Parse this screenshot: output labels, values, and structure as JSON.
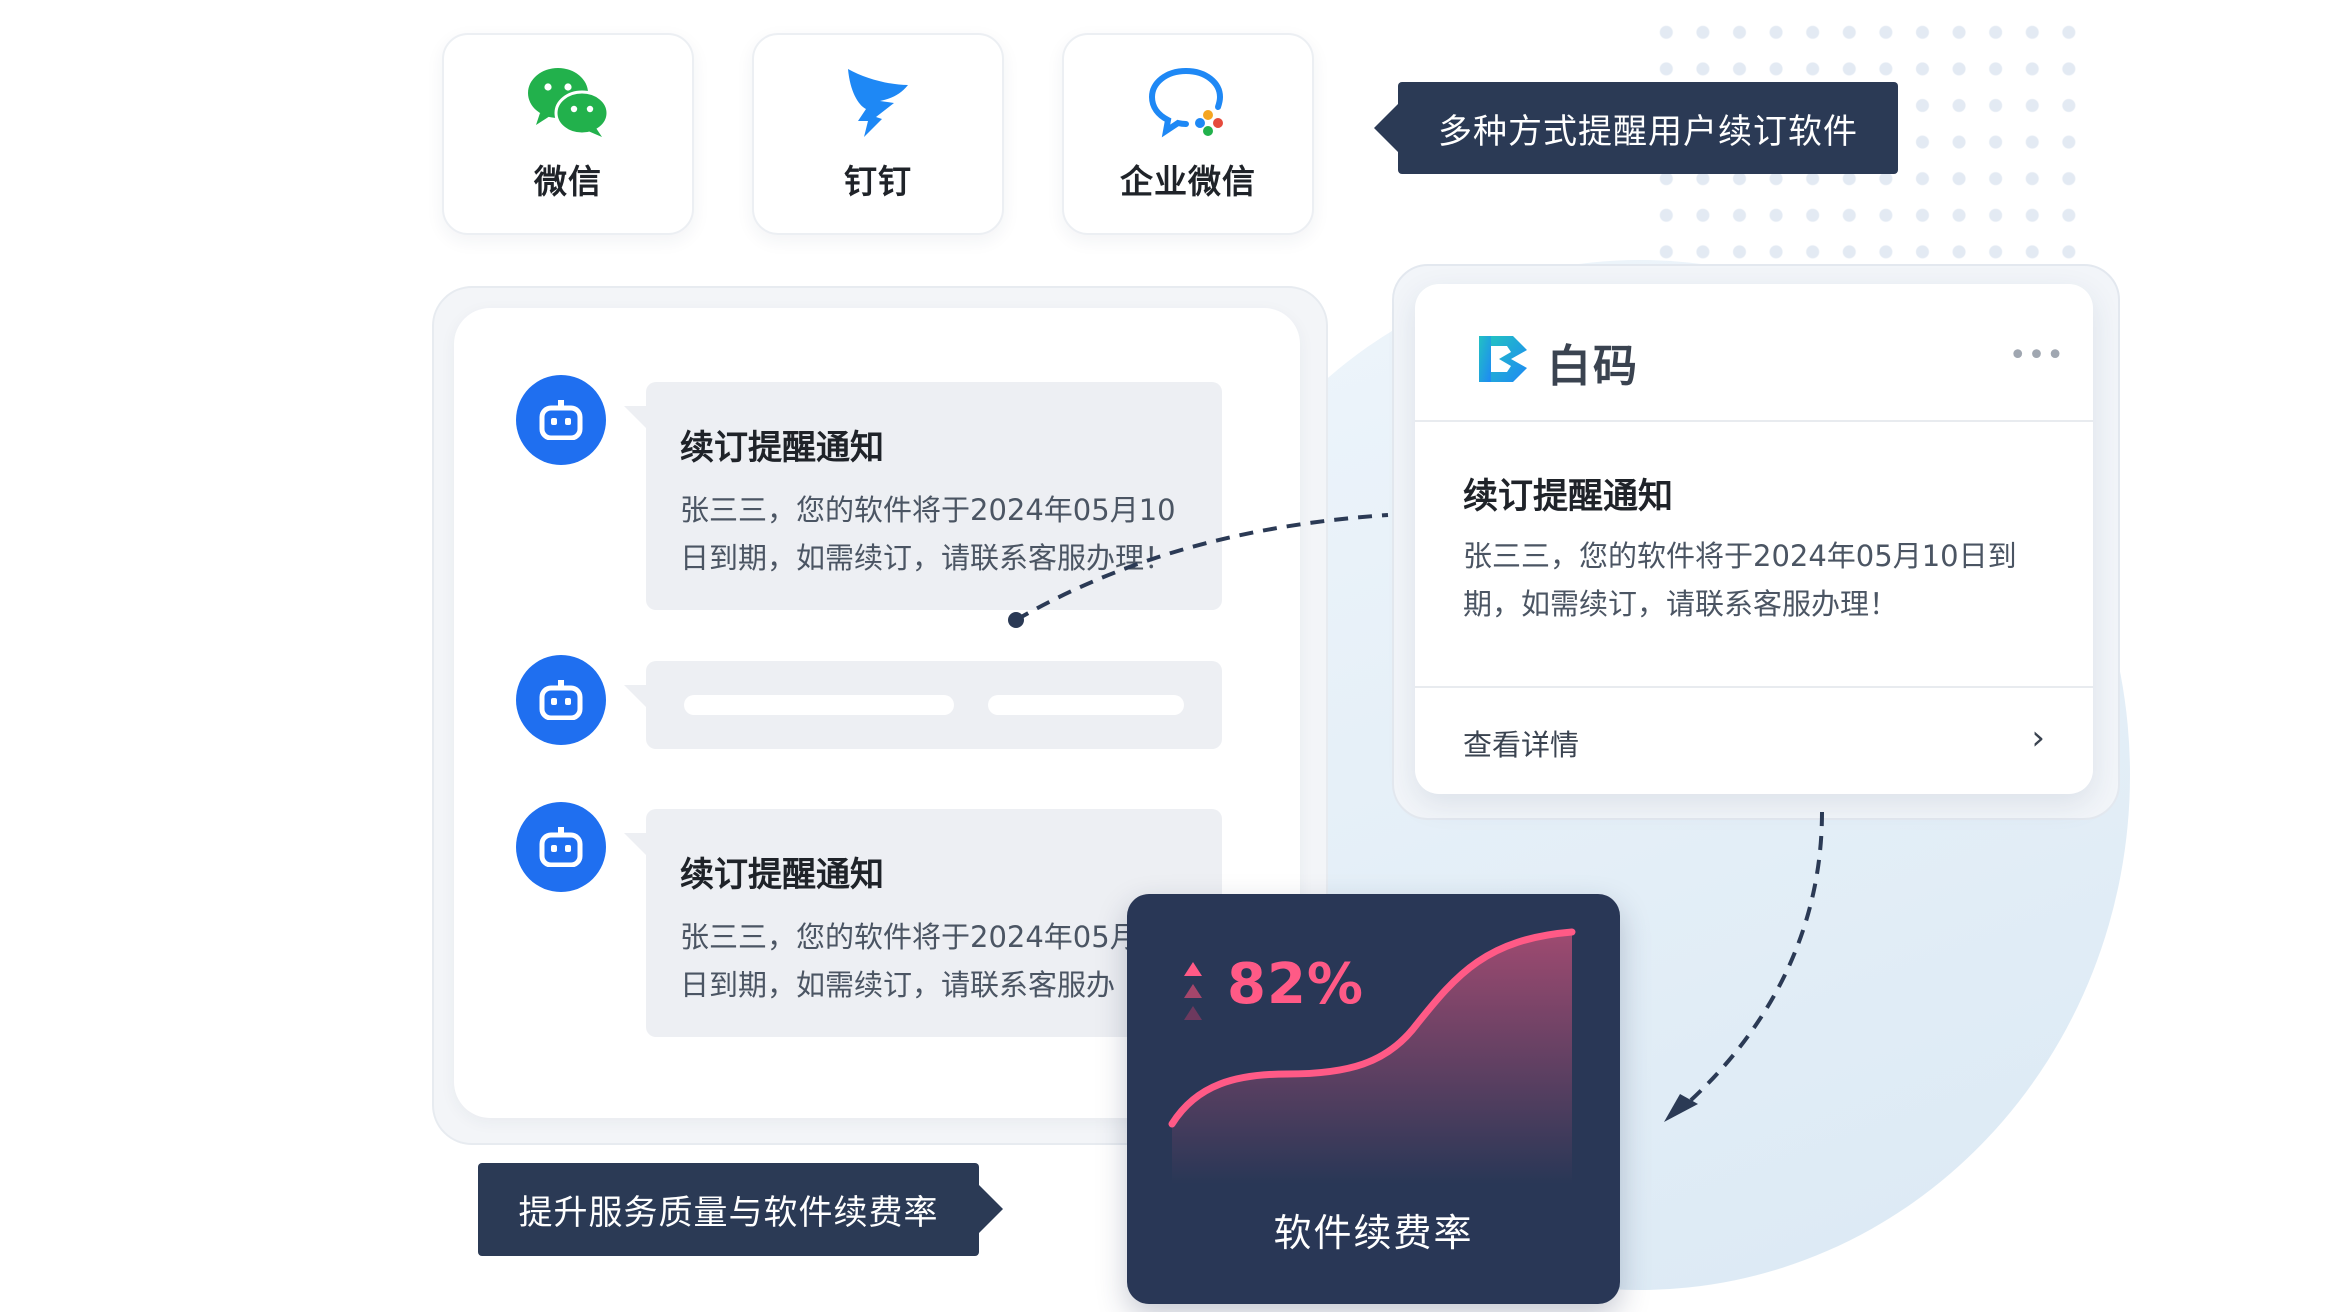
{
  "apps": [
    {
      "label": "微信",
      "icon": "wechat-icon"
    },
    {
      "label": "钉钉",
      "icon": "dingtalk-icon"
    },
    {
      "label": "企业微信",
      "icon": "wecom-icon"
    }
  ],
  "tags": {
    "reminder": "多种方式提醒用户续订软件",
    "quality": "提升服务质量与软件续费率"
  },
  "chat": {
    "messages": [
      {
        "title": "续订提醒通知",
        "lines": [
          "张三三，您的软件将于2024年05月10",
          "日到期，如需续订，请联系客服办理！"
        ]
      },
      {
        "title": "续订提醒通知",
        "lines": [
          "张三三，您的软件将于2024年05月",
          "日到期，如需续订，请联系客服办"
        ]
      }
    ]
  },
  "notification": {
    "brand": "白码",
    "more": "•••",
    "title": "续订提醒通知",
    "text": "张三三，您的软件将于2024年05月10日到期，如需续订，请联系客服办理！",
    "detail": "查看详情",
    "arrow": "›"
  },
  "stat": {
    "value": "82%",
    "label": "软件续费率"
  },
  "colors": {
    "accent_blue": "#1f6ff0",
    "dark_navy": "#2b3a55",
    "stat_pink": "#ff5a86",
    "brand_cyan": "#22c1c3"
  }
}
